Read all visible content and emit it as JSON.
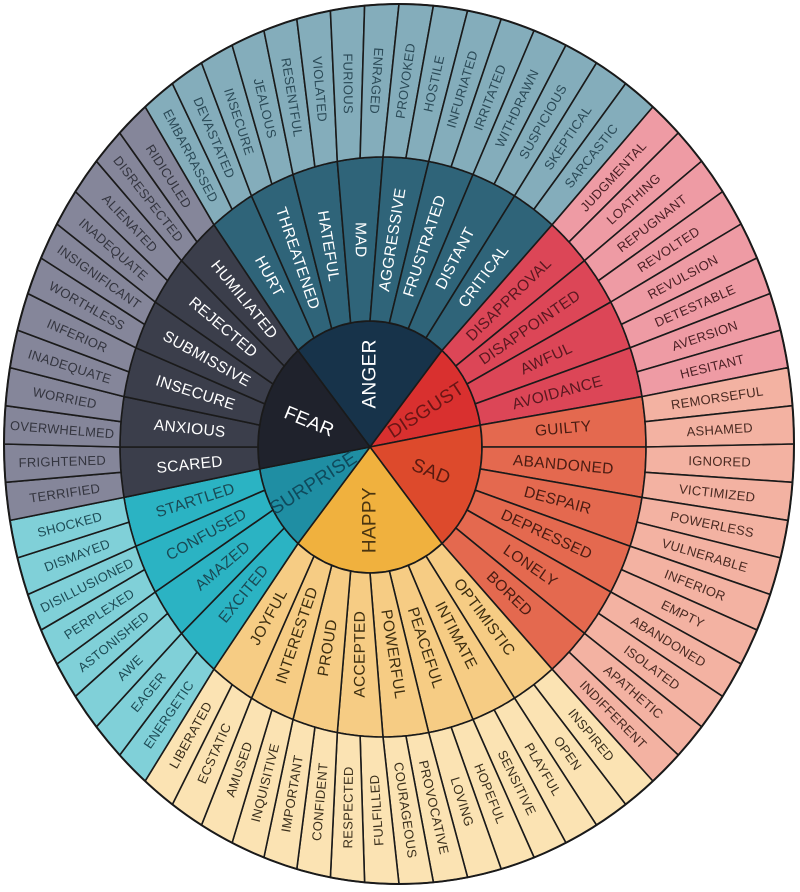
{
  "wheel": {
    "emotions": [
      {
        "label": "ANGER",
        "colors": {
          "inner": "#17334a",
          "middle": "#2f6479",
          "outer": "#84adbb"
        },
        "text_colors": {
          "inner": "#ffffff",
          "middle": "#ffffff",
          "outer": "#2b4a57"
        },
        "feelings": [
          {
            "label": "HURT",
            "details": [
              "EMBARRASSED",
              "DEVASTATED"
            ]
          },
          {
            "label": "THREATENED",
            "details": [
              "INSECURE",
              "JEALOUS"
            ]
          },
          {
            "label": "HATEFUL",
            "details": [
              "RESENTFUL",
              "VIOLATED"
            ]
          },
          {
            "label": "MAD",
            "details": [
              "FURIOUS",
              "ENRAGED"
            ]
          },
          {
            "label": "AGGRESSIVE",
            "details": [
              "PROVOKED",
              "HOSTILE"
            ]
          },
          {
            "label": "FRUSTRATED",
            "details": [
              "INFURIATED",
              "IRRITATED"
            ]
          },
          {
            "label": "DISTANT",
            "details": [
              "WITHDRAWN",
              "SUSPICIOUS"
            ]
          },
          {
            "label": "CRITICAL",
            "details": [
              "SKEPTICAL",
              "SARCASTIC"
            ]
          }
        ]
      },
      {
        "label": "DISGUST",
        "colors": {
          "inner": "#d9302f",
          "middle": "#dc4657",
          "outer": "#ee9ba4"
        },
        "text_colors": {
          "inner": "#6a1515",
          "middle": "#5a1820",
          "outer": "#4a1f24"
        },
        "feelings": [
          {
            "label": "DISAPPROVAL",
            "details": [
              "JUDGMENTAL",
              "LOATHING"
            ]
          },
          {
            "label": "DISAPPOINTED",
            "details": [
              "REPUGNANT",
              "REVOLTED"
            ]
          },
          {
            "label": "AWFUL",
            "details": [
              "REVULSION",
              "DETESTABLE"
            ]
          },
          {
            "label": "AVOIDANCE",
            "details": [
              "AVERSION",
              "HESITANT"
            ]
          }
        ]
      },
      {
        "label": "SAD",
        "colors": {
          "inner": "#dd4a2c",
          "middle": "#e4694f",
          "outer": "#f3b2a2"
        },
        "text_colors": {
          "inner": "#5a1a10",
          "middle": "#4a1c12",
          "outer": "#4a2a22"
        },
        "feelings": [
          {
            "label": "GUILTY",
            "details": [
              "REMORSEFUL",
              "ASHAMED"
            ]
          },
          {
            "label": "ABANDONED",
            "details": [
              "IGNORED",
              "VICTIMIZED"
            ]
          },
          {
            "label": "DESPAIR",
            "details": [
              "POWERLESS",
              "VULNERABLE"
            ]
          },
          {
            "label": "DEPRESSED",
            "details": [
              "INFERIOR",
              "EMPTY"
            ]
          },
          {
            "label": "LONELY",
            "details": [
              "ABANDONED",
              "ISOLATED"
            ]
          },
          {
            "label": "BORED",
            "details": [
              "APATHETIC",
              "INDIFFERENT"
            ]
          }
        ]
      },
      {
        "label": "HAPPY",
        "colors": {
          "inner": "#f0b13e",
          "middle": "#f6cc84",
          "outer": "#fbe3b3"
        },
        "text_colors": {
          "inner": "#4a3510",
          "middle": "#3d2e10",
          "outer": "#3a2f1c"
        },
        "feelings": [
          {
            "label": "OPTIMISTIC",
            "details": [
              "INSPIRED",
              "OPEN"
            ]
          },
          {
            "label": "INTIMATE",
            "details": [
              "PLAYFUL",
              "SENSITIVE"
            ]
          },
          {
            "label": "PEACEFUL",
            "details": [
              "HOPEFUL",
              "LOVING"
            ]
          },
          {
            "label": "POWERFUL",
            "details": [
              "PROVOCATIVE",
              "COURAGEOUS"
            ]
          },
          {
            "label": "ACCEPTED",
            "details": [
              "FULFILLED",
              "RESPECTED"
            ]
          },
          {
            "label": "PROUD",
            "details": [
              "CONFIDENT",
              "IMPORTANT"
            ]
          },
          {
            "label": "INTERESTED",
            "details": [
              "INQUISITIVE",
              "AMUSED"
            ]
          },
          {
            "label": "JOYFUL",
            "details": [
              "ECSTATIC",
              "LIBERATED"
            ]
          }
        ]
      },
      {
        "label": "SURPRISE",
        "colors": {
          "inner": "#1f8ea3",
          "middle": "#2bb3c3",
          "outer": "#80d0d8"
        },
        "text_colors": {
          "inner": "#0f4a5c",
          "middle": "#1a4a55",
          "outer": "#1d4b55"
        },
        "feelings": [
          {
            "label": "EXCITED",
            "details": [
              "ENERGETIC",
              "EAGER"
            ]
          },
          {
            "label": "AMAZED",
            "details": [
              "AWE",
              "ASTONISHED"
            ]
          },
          {
            "label": "CONFUSED",
            "details": [
              "PERPLEXED",
              "DISILLUSIONED"
            ]
          },
          {
            "label": "STARTLED",
            "details": [
              "DISMAYED",
              "SHOCKED"
            ]
          }
        ]
      },
      {
        "label": "FEAR",
        "colors": {
          "inner": "#1f222c",
          "middle": "#3b3e4b",
          "outer": "#85869a"
        },
        "text_colors": {
          "inner": "#ffffff",
          "middle": "#ffffff",
          "outer": "#34353f"
        },
        "feelings": [
          {
            "label": "SCARED",
            "details": [
              "TERRIFIED",
              "FRIGHTENED"
            ]
          },
          {
            "label": "ANXIOUS",
            "details": [
              "OVERWHELMED",
              "WORRIED"
            ]
          },
          {
            "label": "INSECURE",
            "details": [
              "INADEQUATE",
              "INFERIOR"
            ]
          },
          {
            "label": "SUBMISSIVE",
            "details": [
              "WORTHLESS",
              "INSIGNIFICANT"
            ]
          },
          {
            "label": "REJECTED",
            "details": [
              "INADEQUATE",
              "ALIENATED"
            ]
          },
          {
            "label": "HUMILIATED",
            "details": [
              "DISRESPECTED",
              "RIDICULED"
            ]
          }
        ]
      }
    ]
  }
}
